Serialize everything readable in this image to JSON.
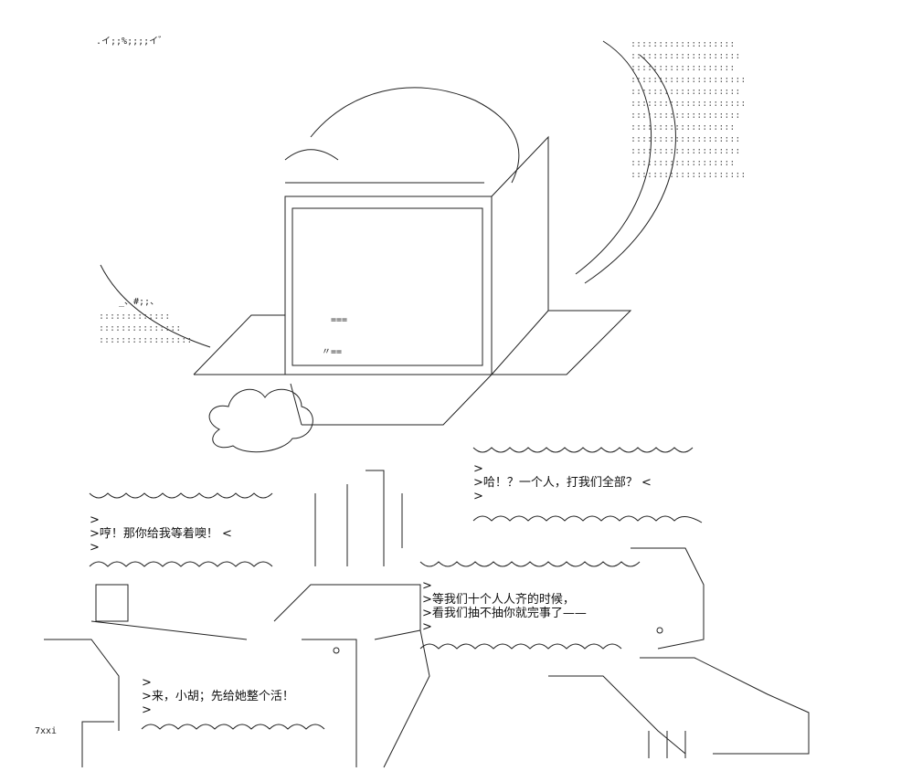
{
  "bubbles": {
    "top_right": {
      "lines": [
        ">",
        ">哈！？一个人，打我们全部？ <",
        ">"
      ]
    },
    "left": {
      "lines": [
        ">",
        ">哼！那你给我等着噢！ <",
        ">"
      ]
    },
    "middle": {
      "lines": [
        ">",
        ">等我们十个人人齐的时候，",
        ">看我们抽不抽你就完事了——",
        ">"
      ]
    },
    "bottom_left": {
      "lines": [
        ">",
        ">来，小胡；先给她整个活！",
        ">"
      ]
    }
  },
  "fragments": {
    "top_left": ".イ;;%;;;;イ゛",
    "ticker_left": "_、#;;、",
    "label_a": "===",
    "label_b": "〃==",
    "bottom_left_text": "7xxi"
  },
  "colors": {
    "ink": "#111111",
    "dots": "#555555",
    "background": "#ffffff"
  }
}
